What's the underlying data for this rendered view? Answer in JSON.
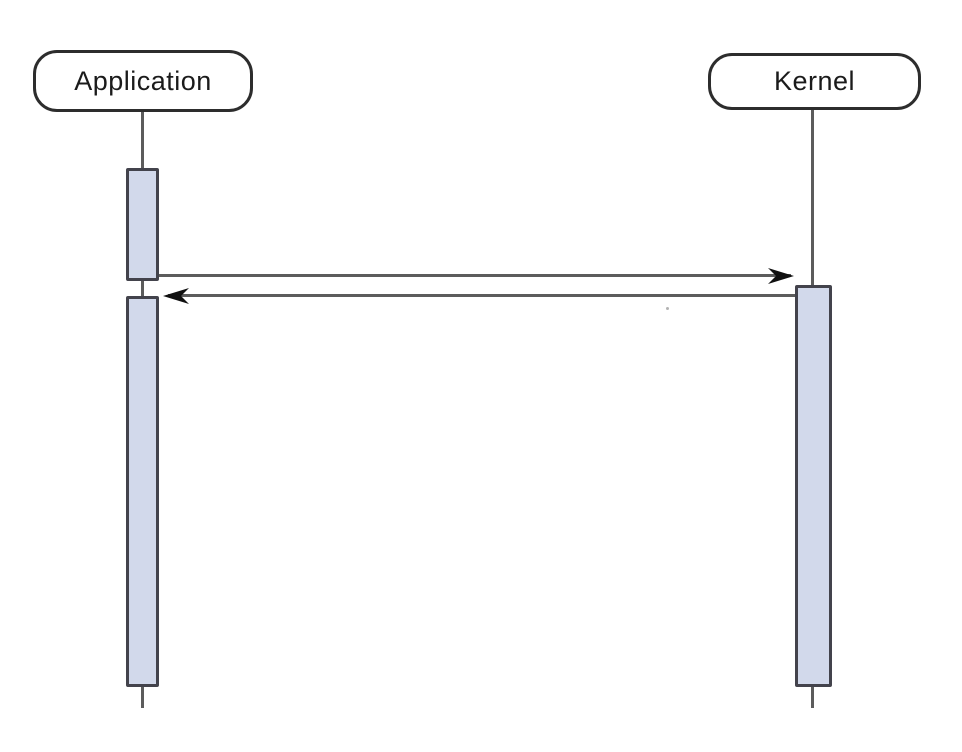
{
  "diagram": {
    "type": "sequence-diagram",
    "actors": [
      {
        "id": "application",
        "label": "Application"
      },
      {
        "id": "kernel",
        "label": "Kernel"
      }
    ],
    "messages": [
      {
        "from": "application",
        "to": "kernel",
        "label": "",
        "style": "solid",
        "arrow": "filled"
      },
      {
        "from": "kernel",
        "to": "application",
        "label": "",
        "style": "solid",
        "arrow": "filled"
      }
    ],
    "colors": {
      "background": "#ffffff",
      "actor_fill": "#ffffff",
      "actor_border": "#2d2d2d",
      "lifeline": "#5c5c5c",
      "message_line": "#5c5c5c",
      "arrowhead": "#101010",
      "activation_fill": "#d2d9eb",
      "activation_border": "#43434c",
      "text": "#1b1b1b"
    }
  }
}
